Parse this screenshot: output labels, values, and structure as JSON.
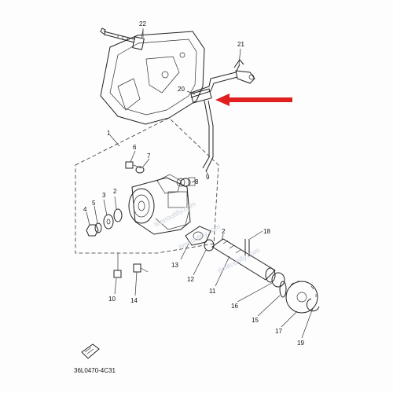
{
  "diagram": {
    "drawing_code": "36L0470-4C31",
    "watermark": "timeoutilly.com",
    "callouts": [
      {
        "id": "22",
        "label": "22"
      },
      {
        "id": "21",
        "label": "21"
      },
      {
        "id": "20",
        "label": "20"
      },
      {
        "id": "1",
        "label": "1"
      },
      {
        "id": "6",
        "label": "6"
      },
      {
        "id": "7",
        "label": "7"
      },
      {
        "id": "8",
        "label": "8"
      },
      {
        "id": "9",
        "label": "9"
      },
      {
        "id": "3",
        "label": "3"
      },
      {
        "id": "2a",
        "label": "2"
      },
      {
        "id": "4",
        "label": "4"
      },
      {
        "id": "5",
        "label": "5"
      },
      {
        "id": "18",
        "label": "18"
      },
      {
        "id": "2b",
        "label": "2"
      },
      {
        "id": "13",
        "label": "13"
      },
      {
        "id": "12",
        "label": "12"
      },
      {
        "id": "11",
        "label": "11"
      },
      {
        "id": "16",
        "label": "16"
      },
      {
        "id": "15",
        "label": "15"
      },
      {
        "id": "17",
        "label": "17"
      },
      {
        "id": "19",
        "label": "19"
      },
      {
        "id": "10",
        "label": "10"
      },
      {
        "id": "14",
        "label": "14"
      }
    ]
  },
  "colors": {
    "highlight_arrow": "#e02020",
    "line": "#222222",
    "watermark": "#c9d2de"
  }
}
